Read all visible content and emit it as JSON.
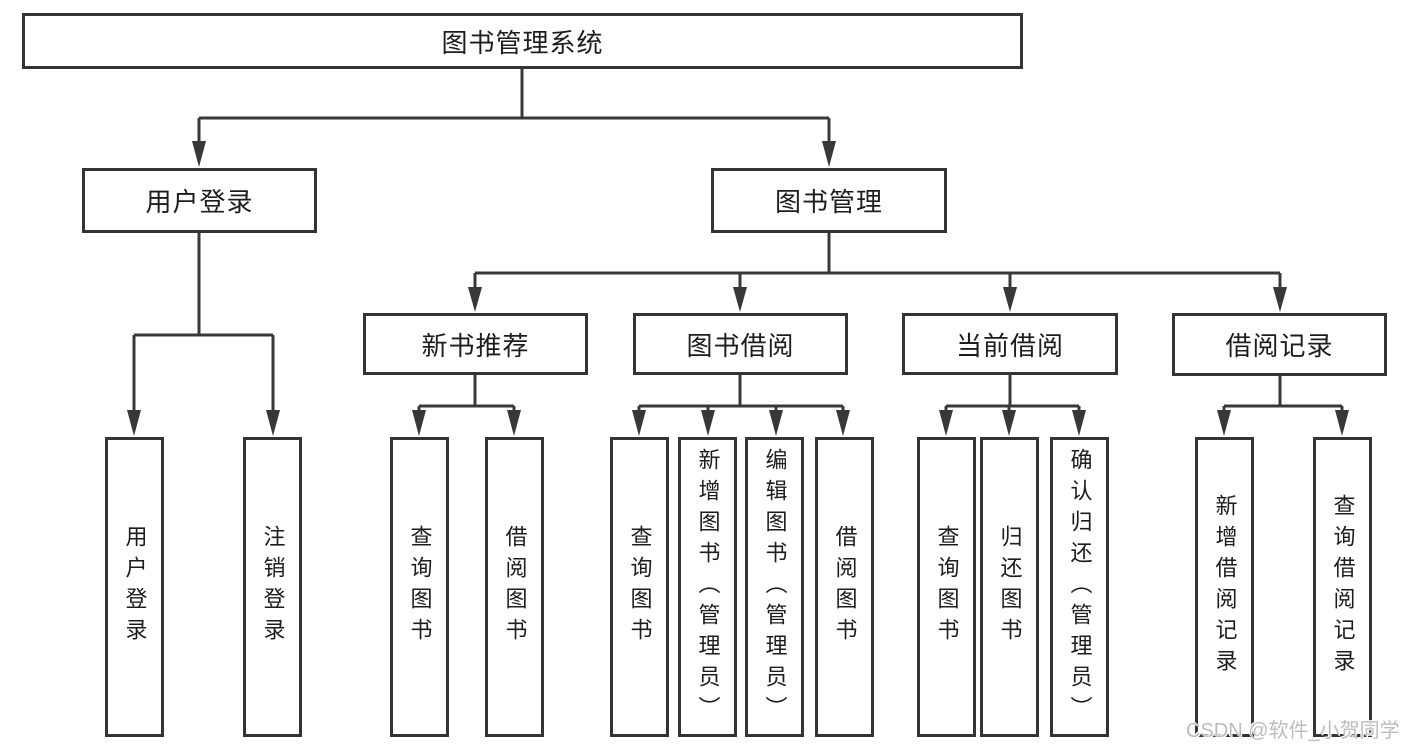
{
  "diagram": {
    "title": "图书管理系统",
    "type": "hierarchy-tree",
    "root": {
      "label": "图书管理系统"
    },
    "branches": [
      {
        "label": "用户登录",
        "children": [
          {
            "label": "用户登录"
          },
          {
            "label": "注销登录"
          }
        ]
      },
      {
        "label": "图书管理",
        "children": [
          {
            "label": "新书推荐",
            "children": [
              {
                "label": "查询图书"
              },
              {
                "label": "借阅图书"
              }
            ]
          },
          {
            "label": "图书借阅",
            "children": [
              {
                "label": "查询图书"
              },
              {
                "label": "新增图书（管理员）"
              },
              {
                "label": "编辑图书（管理员）"
              },
              {
                "label": "借阅图书"
              }
            ]
          },
          {
            "label": "当前借阅",
            "children": [
              {
                "label": "查询图书"
              },
              {
                "label": "归还图书"
              },
              {
                "label": "确认归还（管理员）"
              }
            ]
          },
          {
            "label": "借阅记录",
            "children": [
              {
                "label": "新增借阅记录"
              },
              {
                "label": "查询借阅记录"
              }
            ]
          }
        ]
      }
    ]
  },
  "watermark": {
    "text": "CSDN @软件_小贺同学",
    "color": "#bcbcbc"
  },
  "colors": {
    "background": "#ffffff",
    "line": "#383838",
    "box_border": "#343434",
    "text": "#1d1d1d"
  }
}
